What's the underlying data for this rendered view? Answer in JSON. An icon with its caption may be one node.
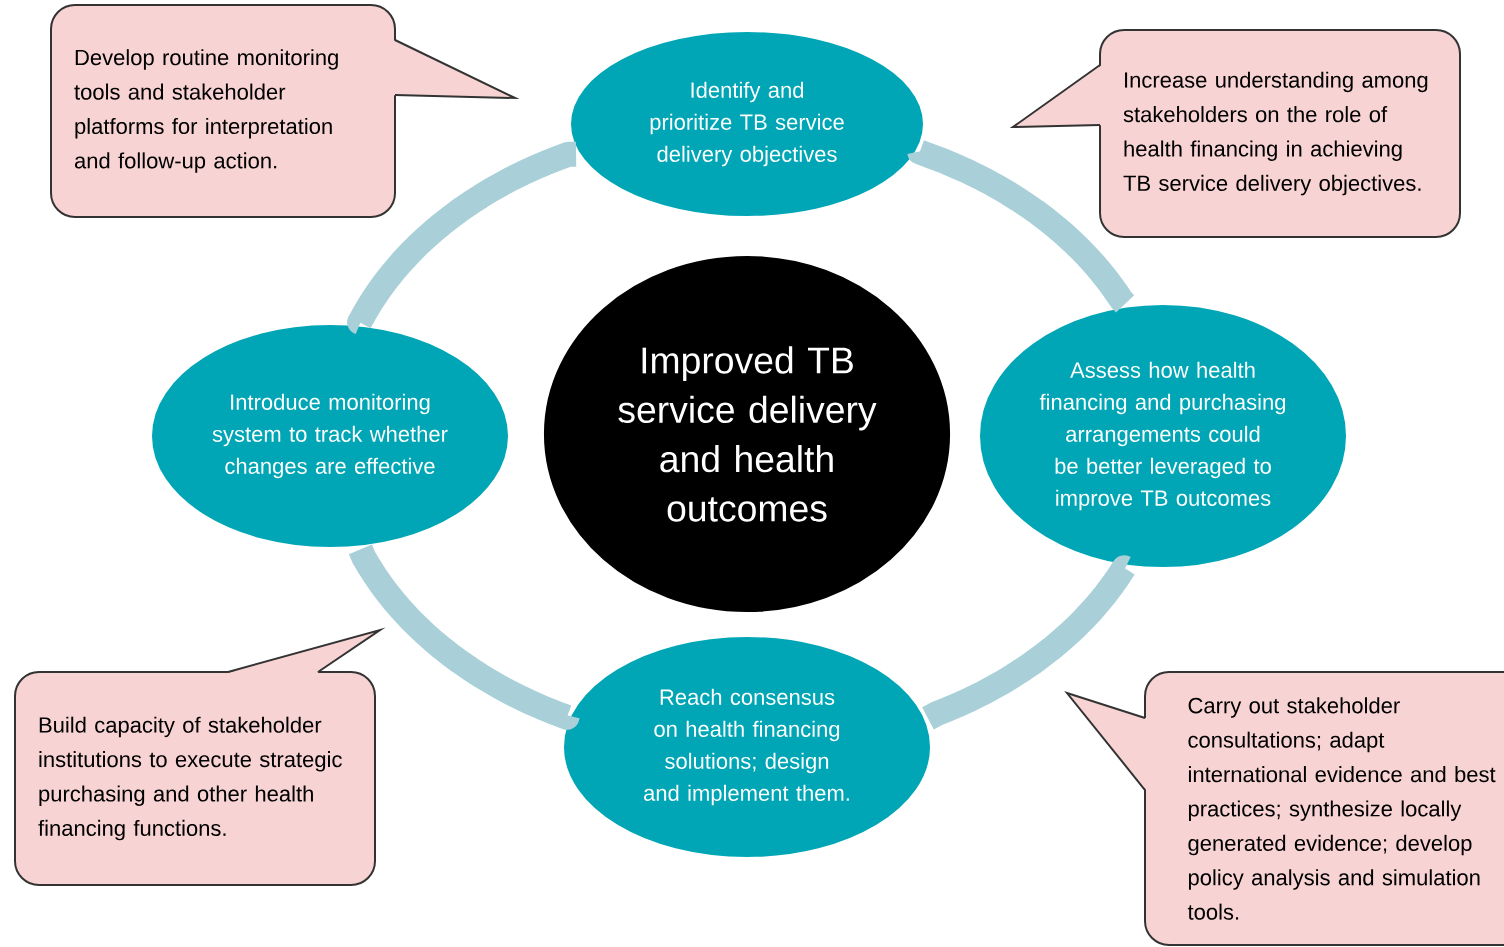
{
  "diagram": {
    "nodes": [
      {
        "text": [
          "Develop routine monitoring tools and stakeholder platforms for interpretation and follow-up action."
        ]
      },
      {
        "text": [
          "Identify and prioritize TB service delivery objectives"
        ]
      },
      {
        "text": [
          "Increase understanding among stakeholders on the role of health financing in achieving TB service delivery objectives."
        ]
      },
      {
        "text": [
          "Introduce monitoring system to track whether changes are effective"
        ]
      },
      {
        "text": [
          "Improved TB service delivery and health outcomes"
        ]
      },
      {
        "text": [
          "Assess how health financing and purchasing arrangements could be better leveraged to improve TB outcomes"
        ]
      },
      {
        "text": [
          "Build capacity of stakeholder institutions to execute strategic purchasing and other health financing functions."
        ]
      },
      {
        "text": [
          "Reach consensus on health financing solutions; design and implement them."
        ]
      },
      {
        "text": [
          "Carry out stakeholder consultations; adapt international evidence and best practices; synthesize locally generated evidence; develop policy analysis and simulation tools."
        ]
      }
    ],
    "edges": [
      {
        "from": 1,
        "to": 5,
        "arrow": "none"
      },
      {
        "from": 5,
        "to": 7,
        "arrow": "none"
      },
      {
        "from": 7,
        "to": 3,
        "arrow": "none"
      },
      {
        "from": 3,
        "to": 1,
        "arrow": "none"
      }
    ]
  }
}
